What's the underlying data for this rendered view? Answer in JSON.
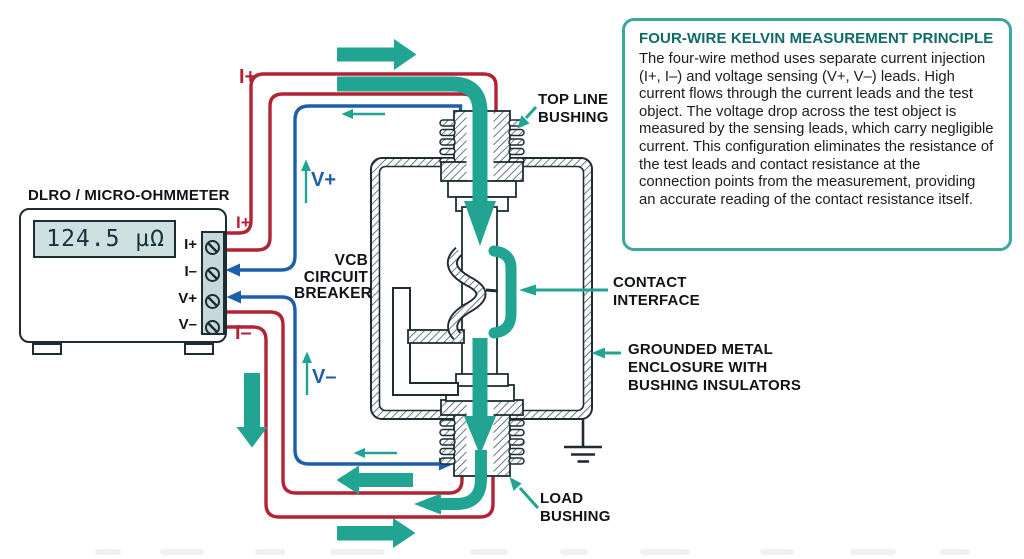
{
  "colors": {
    "teal_flow": "#21a491",
    "current_lead_red": "#b22335",
    "sense_lead_blue": "#1d5fa8",
    "outline_dark": "#1f2d33",
    "info_border_teal": "#3aa8a0",
    "info_title_teal": "#0e6b66",
    "display_bg": "#cfe0e0",
    "terminal_block_bg": "#c5d8db"
  },
  "meter": {
    "title": "DLRO / MICRO-OHMMETER",
    "display_value": "124.5 µΩ",
    "terminals": [
      {
        "label": "I+"
      },
      {
        "label": "I–"
      },
      {
        "label": "V+"
      },
      {
        "label": "V–"
      }
    ]
  },
  "wire_labels": {
    "top_current_lead": "I+",
    "current_positive": "I+",
    "current_negative": "I–",
    "voltage_positive": "V+",
    "voltage_negative": "V–"
  },
  "diagram_labels": {
    "top_line_bushing": "TOP LINE BUSHING",
    "vcb_circuit_breaker": "VCB CIRCUIT BREAKER",
    "contact_interface": "CONTACT INTERFACE",
    "grounded_enclosure": "GROUNDED METAL ENCLOSURE WITH BUSHING INSULATORS",
    "load_bushing": "LOAD BUSHING"
  },
  "info_box": {
    "title": "FOUR-WIRE KELVIN MEASUREMENT PRINCIPLE",
    "body": "The four-wire method uses separate current injection (I+, I–) and voltage sensing (V+, V–) leads. High current flows through the current leads and the test object. The voltage drop across the test object is measured by the sensing leads, which carry negligible current. This configuration eliminates the resistance of the test leads and contact resistance at the connection points from the measurement, providing an accurate reading of the contact resistance itself."
  }
}
